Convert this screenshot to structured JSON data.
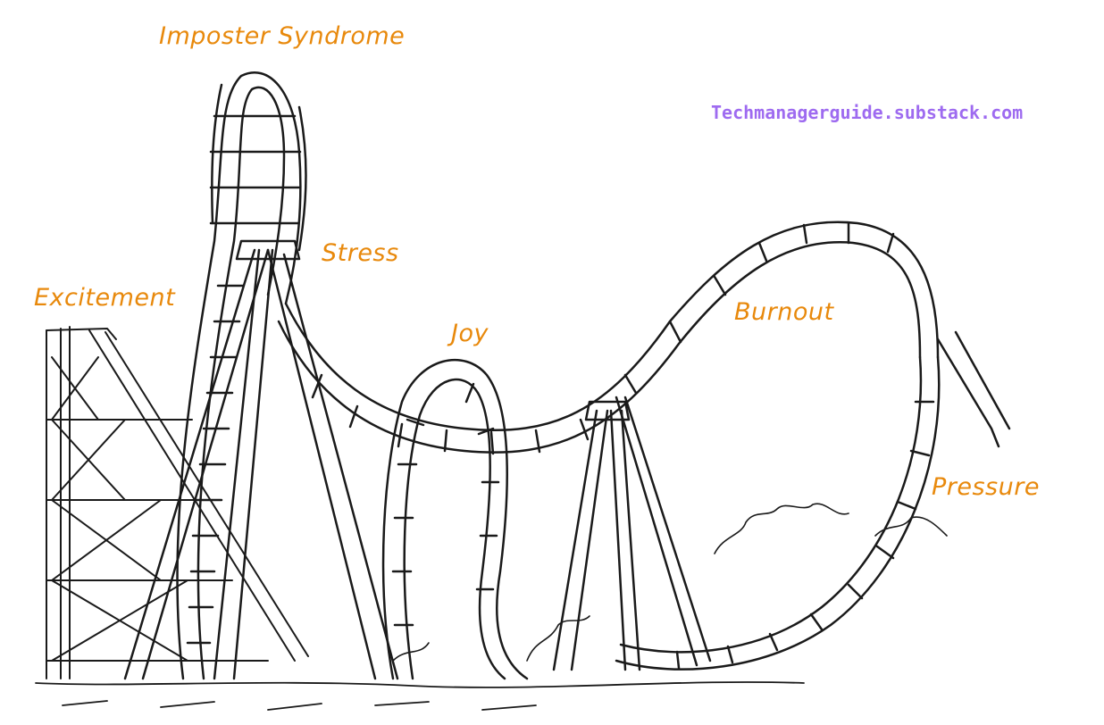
{
  "labels": {
    "imposter": "Imposter Syndrome",
    "stress": "Stress",
    "excitement": "Excitement",
    "joy": "Joy",
    "burnout": "Burnout",
    "pressure": "Pressure"
  },
  "watermark": "Techmanagerguide.substack.com",
  "colors": {
    "label": "#e8890c",
    "watermark": "#9e6bf0",
    "ink": "#1a1a1a"
  }
}
